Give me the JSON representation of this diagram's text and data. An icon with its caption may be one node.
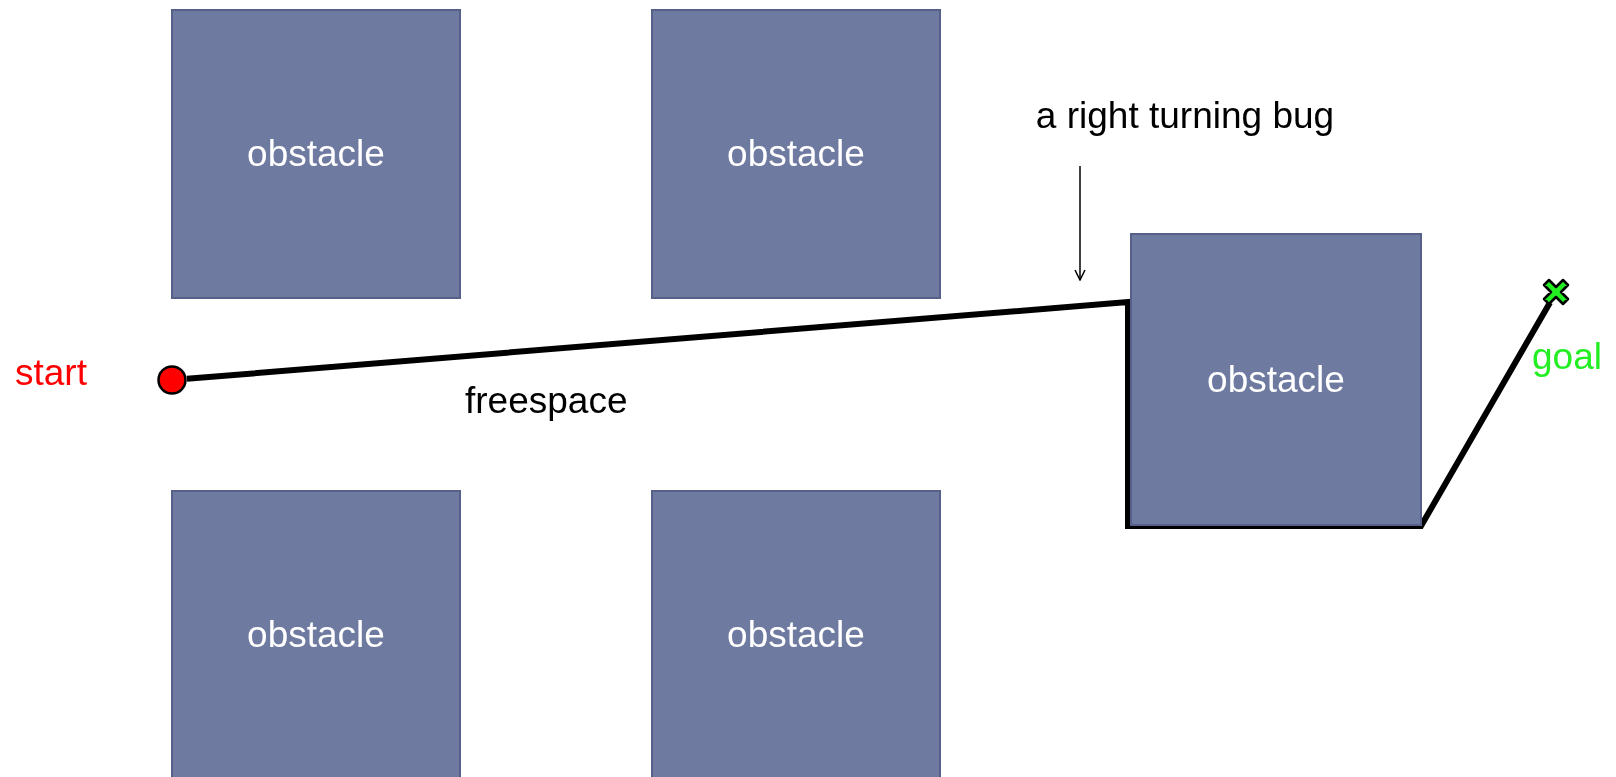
{
  "diagram": {
    "nodes": [
      {
        "text": [
          "obstacle"
        ]
      },
      {
        "text": [
          "obstacle"
        ]
      },
      {
        "text": [
          "obstacle"
        ]
      },
      {
        "text": [
          "obstacle"
        ]
      },
      {
        "text": [
          "obstacle"
        ]
      },
      {
        "text": [],
        "shape": "circle",
        "beside": [
          "start"
        ]
      },
      {
        "text": [],
        "shape": "cross",
        "beside": [
          "goal"
        ]
      },
      {
        "text": [
          "a right turning bug"
        ]
      }
    ],
    "edges": [
      {
        "from": 5,
        "to": 6,
        "arrow": "none",
        "style": "thick"
      },
      {
        "from": 7,
        "to": null,
        "arrow": "to"
      }
    ],
    "labels": [
      "freespace"
    ]
  }
}
